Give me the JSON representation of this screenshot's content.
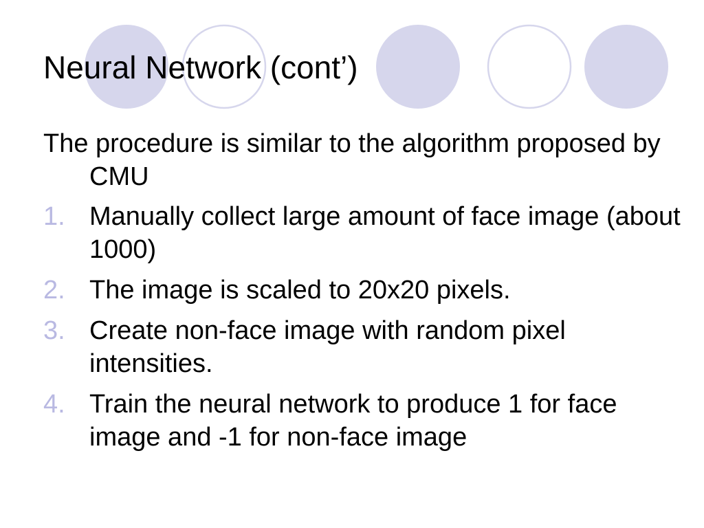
{
  "slide": {
    "title": "Neural Network (cont’)",
    "intro": "The procedure is similar to the algorithm proposed by CMU",
    "steps": [
      {
        "number": "1.",
        "text": "Manually collect large amount of face image (about 1000)"
      },
      {
        "number": "2.",
        "text": "The image is scaled to 20x20 pixels."
      },
      {
        "number": "3.",
        "text": "Create non-face image with random pixel intensities."
      },
      {
        "number": "4.",
        "text": "Train the neural network to produce 1 for face image and -1 for non-face image"
      }
    ]
  },
  "theme": {
    "circle_fill": "#d6d6ec",
    "circle_outline": "#d6d6ec",
    "number_color": "#b9b9e2",
    "text_color": "#000000",
    "background": "#ffffff"
  },
  "decoration": {
    "circles": [
      "filled",
      "outline",
      "filled",
      "outline",
      "filled"
    ]
  }
}
